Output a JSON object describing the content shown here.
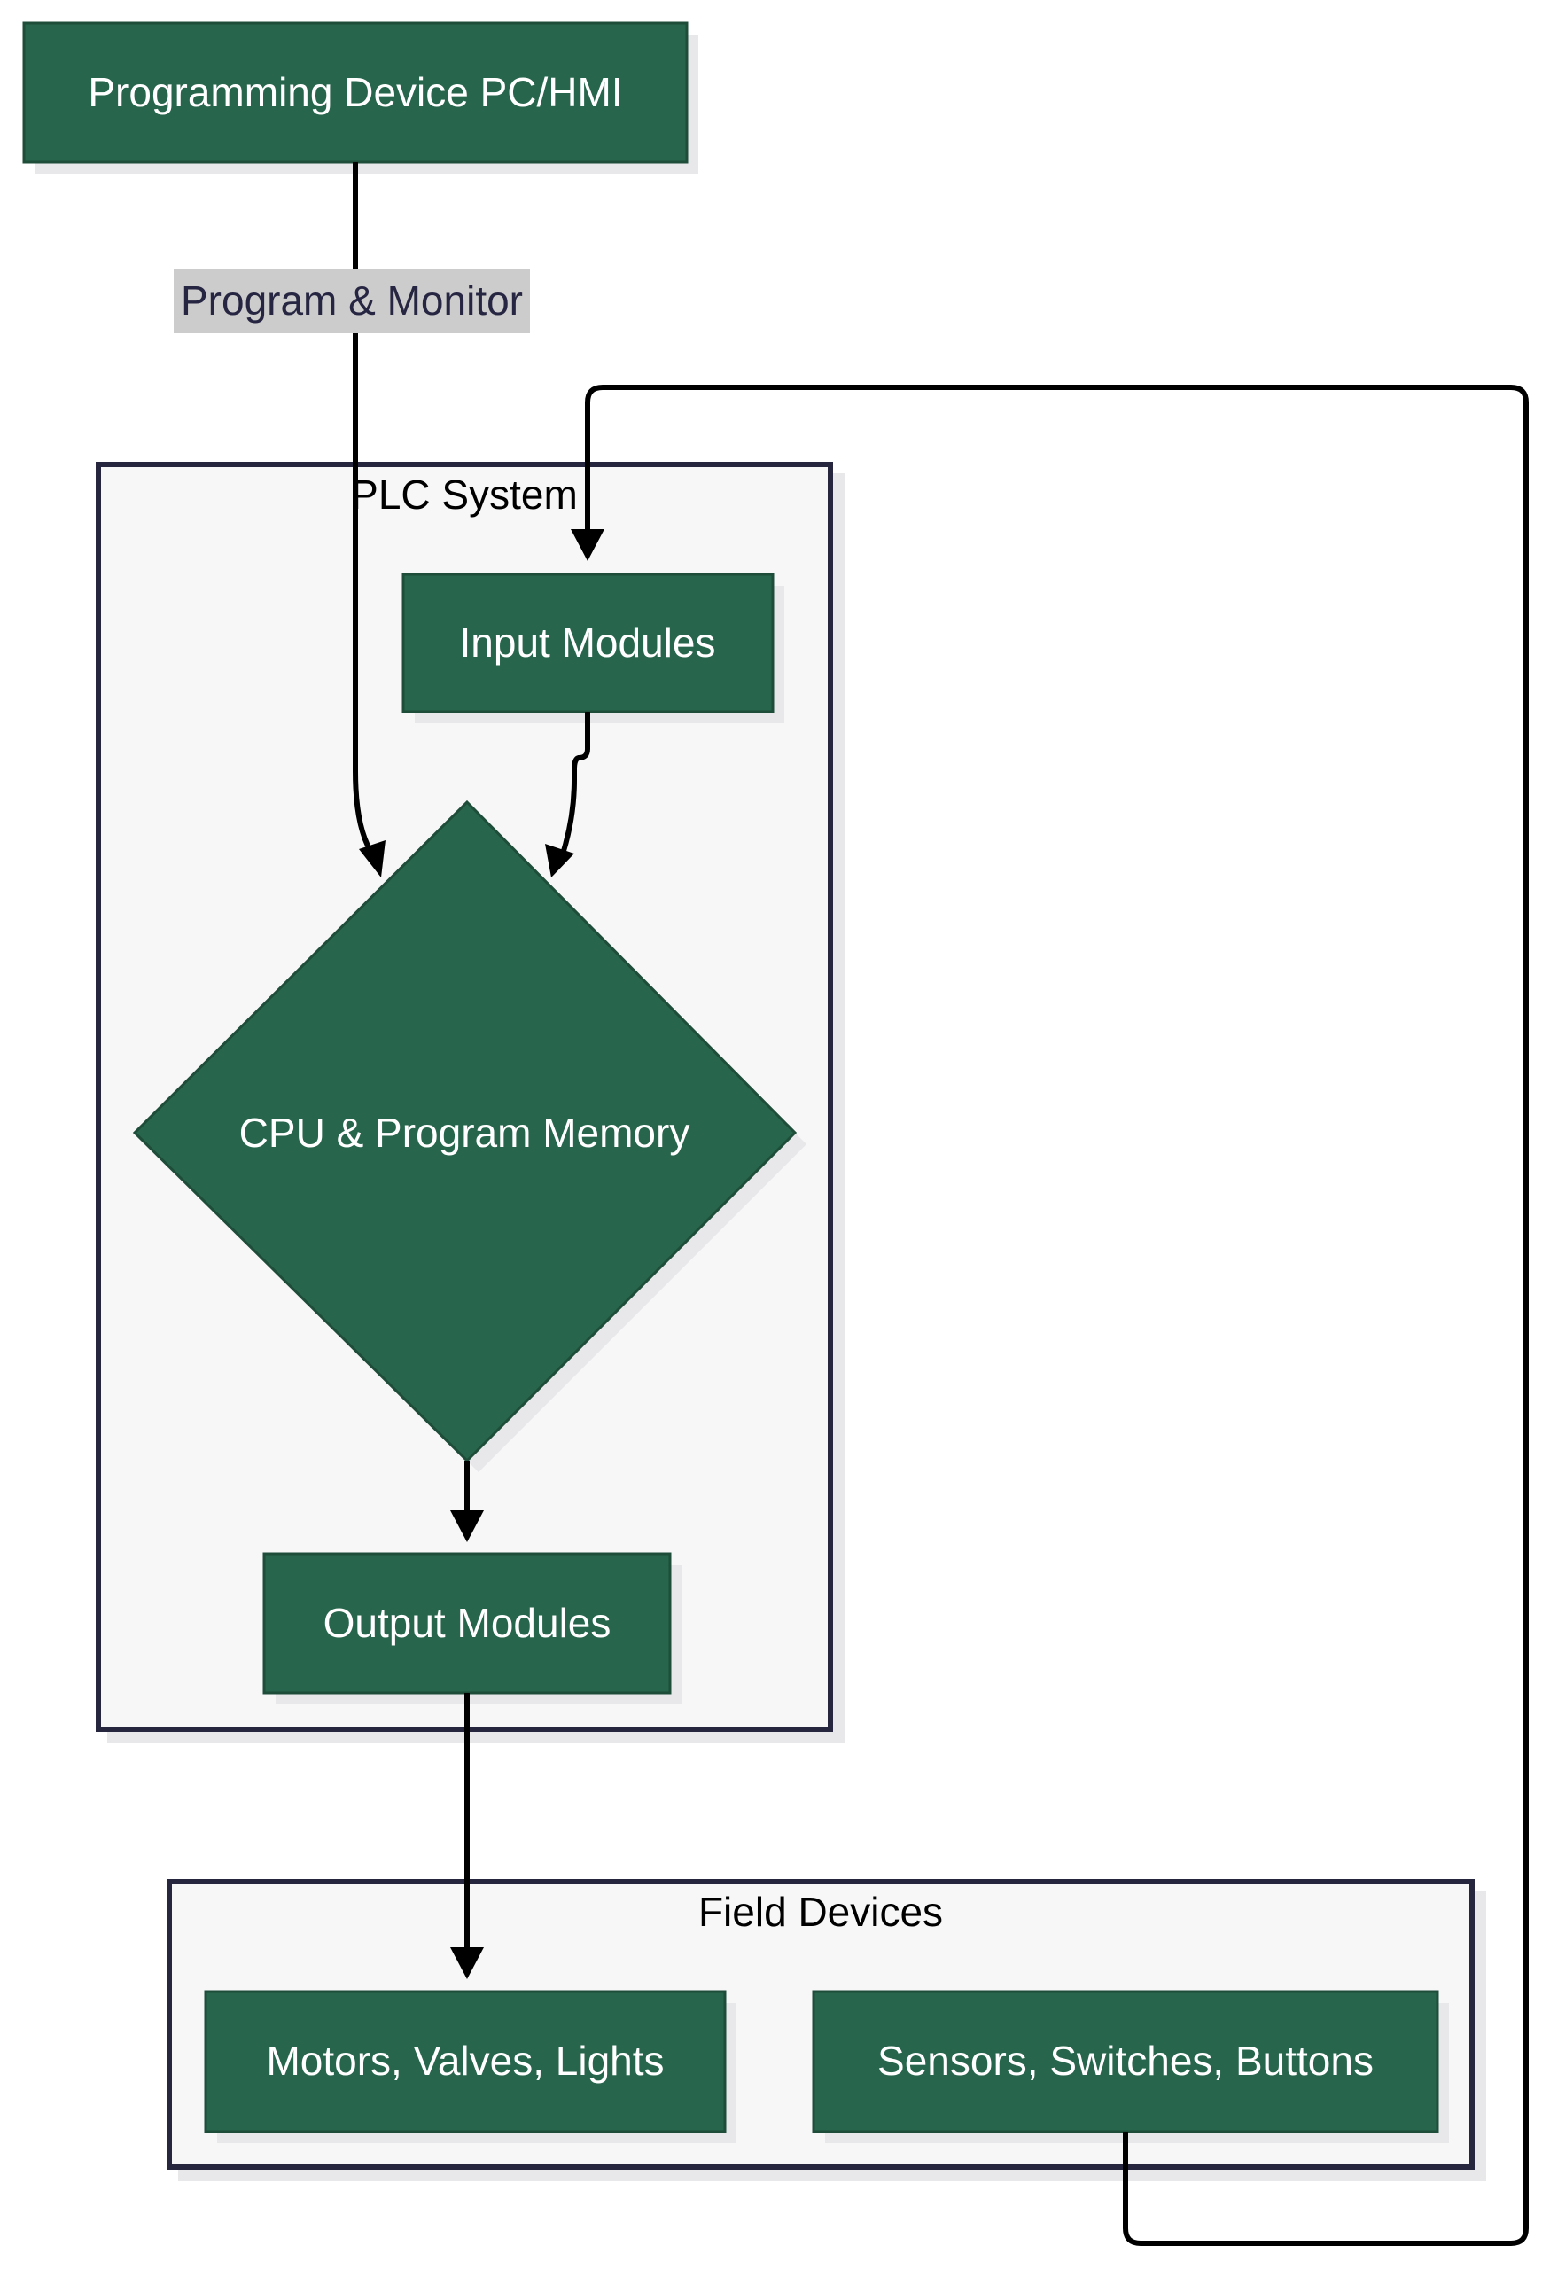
{
  "diagram": {
    "type": "flowchart",
    "colors": {
      "node_fill": "#27654c",
      "node_text": "#ffffff",
      "cluster_fill": "#f7f7f8",
      "cluster_border": "#27263f",
      "edge": "#000000",
      "edge_label_bg": "#cccccc"
    },
    "nodes": {
      "programming_device": {
        "label": "Programming Device PC/HMI",
        "shape": "rectangle"
      },
      "input_modules": {
        "label": "Input Modules",
        "shape": "rectangle"
      },
      "cpu": {
        "label": "CPU & Program Memory",
        "shape": "diamond"
      },
      "output_modules": {
        "label": "Output Modules",
        "shape": "rectangle"
      },
      "actuators": {
        "label": "Motors, Valves, Lights",
        "shape": "rectangle"
      },
      "sensors": {
        "label": "Sensors, Switches, Buttons",
        "shape": "rectangle"
      }
    },
    "clusters": {
      "plc_system": {
        "label": "PLC System",
        "members": [
          "input_modules",
          "cpu",
          "output_modules"
        ]
      },
      "field_devices": {
        "label": "Field Devices",
        "members": [
          "actuators",
          "sensors"
        ]
      }
    },
    "edges": [
      {
        "from": "programming_device",
        "to": "cpu",
        "label": "Program & Monitor"
      },
      {
        "from": "input_modules",
        "to": "cpu",
        "label": ""
      },
      {
        "from": "cpu",
        "to": "output_modules",
        "label": ""
      },
      {
        "from": "output_modules",
        "to": "actuators",
        "label": ""
      },
      {
        "from": "sensors",
        "to": "input_modules",
        "label": ""
      }
    ],
    "edge_labels": {
      "program_monitor": "Program & Monitor"
    }
  }
}
